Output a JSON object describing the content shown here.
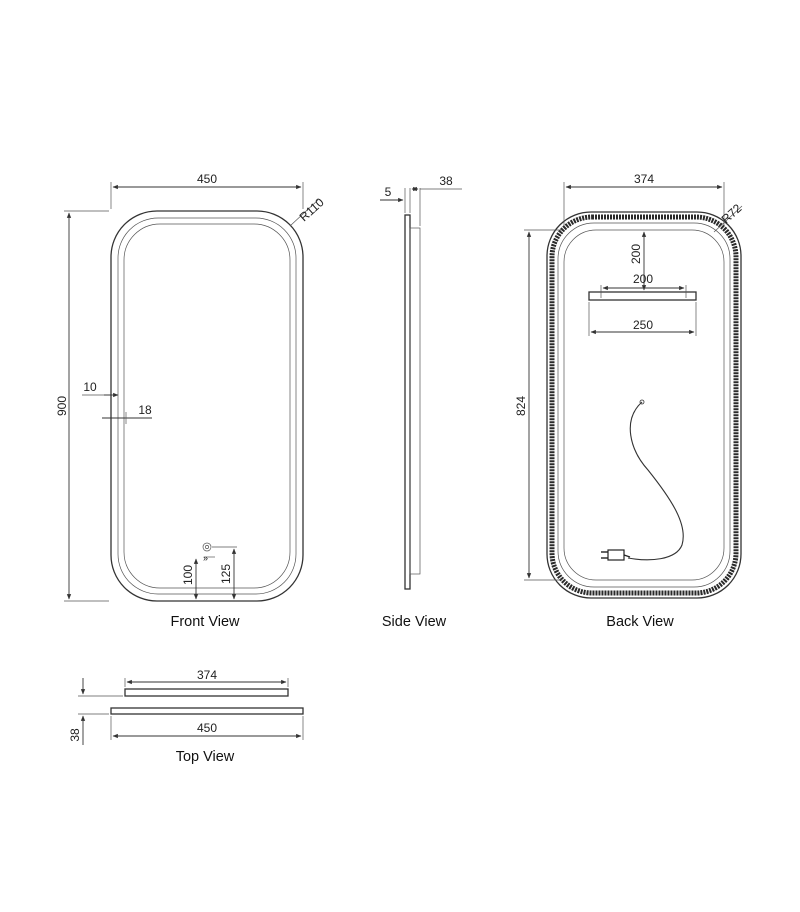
{
  "views": {
    "front": {
      "caption": "Front View",
      "width": "450",
      "height": "900",
      "radius": "R110",
      "inset_outer": "10",
      "inset_inner": "18",
      "switch_bottom": "100",
      "switch_center": "125"
    },
    "side": {
      "caption": "Side View",
      "glass": "5",
      "depth": "38"
    },
    "back": {
      "caption": "Back View",
      "width": "374",
      "height": "824",
      "radius": "R72",
      "bracket_offset": "200",
      "bracket_holes": "200",
      "bracket_length": "250"
    },
    "top": {
      "caption": "Top View",
      "back_width": "374",
      "front_width": "450",
      "depth": "38"
    }
  }
}
